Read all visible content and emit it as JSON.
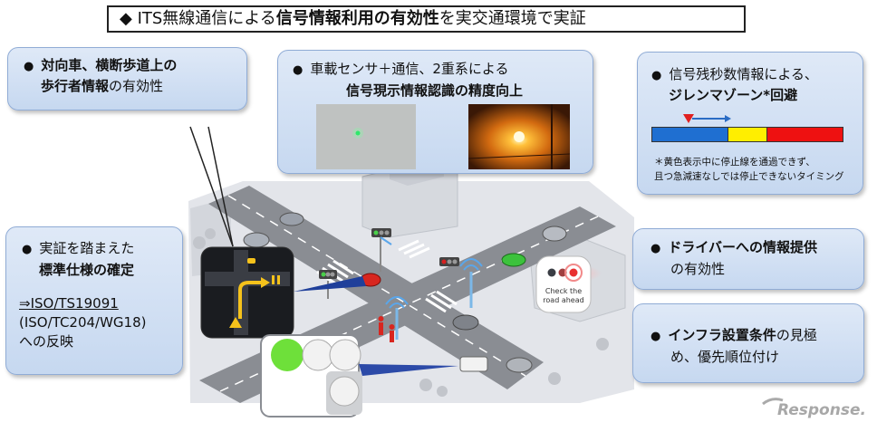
{
  "title": {
    "prefix": "◆ ITS無線通信による",
    "bold": "信号情報利用の有効性",
    "suffix": "を実交通環境で実証"
  },
  "box_oncoming": {
    "line1_bold": "対向車、横断歩道上の",
    "line2_bold": "歩行者情報",
    "line2_normal": "の有効性"
  },
  "box_sensor": {
    "line1": "車載センサ＋通信、2重系による",
    "line2_bold": "信号現示情報認識の精度向上"
  },
  "box_dilemma": {
    "line1": "信号残秒数情報による、",
    "line2_bold": "ジレンマゾーン*回避",
    "note1": "＊黄色表示中に停止線を通過できず、",
    "note2": "且つ急減速なしでは停止できないタイミング",
    "colors": {
      "blue": "#1f6fd1",
      "yellow": "#ffee00",
      "red": "#ee1111",
      "marker": "#e02020",
      "arrow": "#2a6cc4"
    }
  },
  "box_standard": {
    "line1": "実証を踏まえた",
    "line2_bold": "標準仕様の確定",
    "line3": "⇒ISO/TS19091",
    "line4": "(ISO/TC204/WG18)",
    "line5": "への反映"
  },
  "box_driver": {
    "line1_bold": "ドライバーへの情報提供",
    "line2": "の有効性"
  },
  "box_infra": {
    "line1_bold": "インフラ設置条件",
    "line1_normal": "の見極",
    "line2": "め、優先順位付け"
  },
  "callout": {
    "line1": "Check the",
    "line2": "road ahead"
  },
  "watermark": "Response."
}
